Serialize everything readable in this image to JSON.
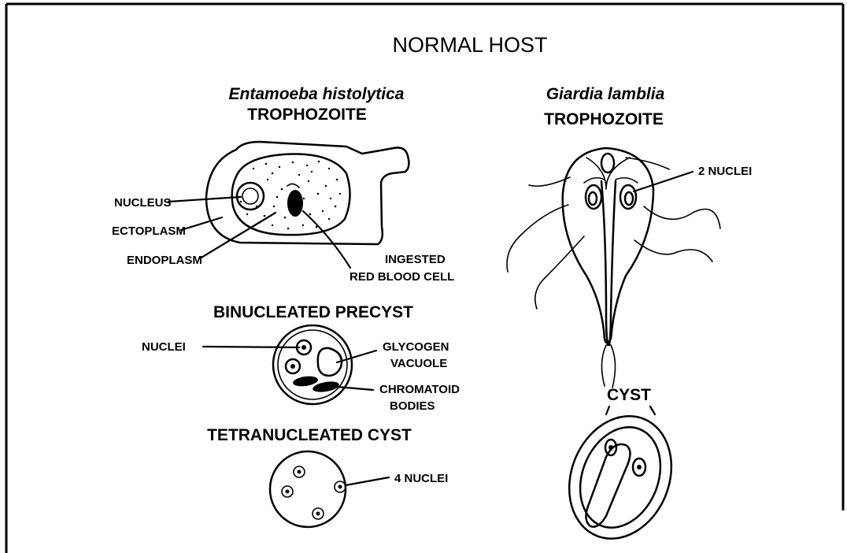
{
  "title": "NORMAL HOST",
  "entamoeba": {
    "species": "Entamoeba histolytica",
    "stage": "TROPHOZOITE",
    "labels": {
      "nucleus": "NUCLEUS",
      "ectoplasm": "ECTOPLASM",
      "endoplasm": "ENDOPLASM",
      "rbc_line1": "INGESTED",
      "rbc_line2": "RED BLOOD CELL"
    },
    "precyst": {
      "heading": "BINUCLEATED PRECYST",
      "nuclei": "NUCLEI",
      "glycogen_line1": "GLYCOGEN",
      "glycogen_line2": "VACUOLE",
      "chromatoid_line1": "CHROMATOID",
      "chromatoid_line2": "BODIES"
    },
    "cyst": {
      "heading": "TETRANUCLEATED CYST",
      "nuclei": "4 NUCLEI"
    }
  },
  "giardia": {
    "species": "Giardia lamblia",
    "stage": "TROPHOZOITE",
    "nuclei": "2 NUCLEI",
    "cyst_heading": "CYST"
  }
}
